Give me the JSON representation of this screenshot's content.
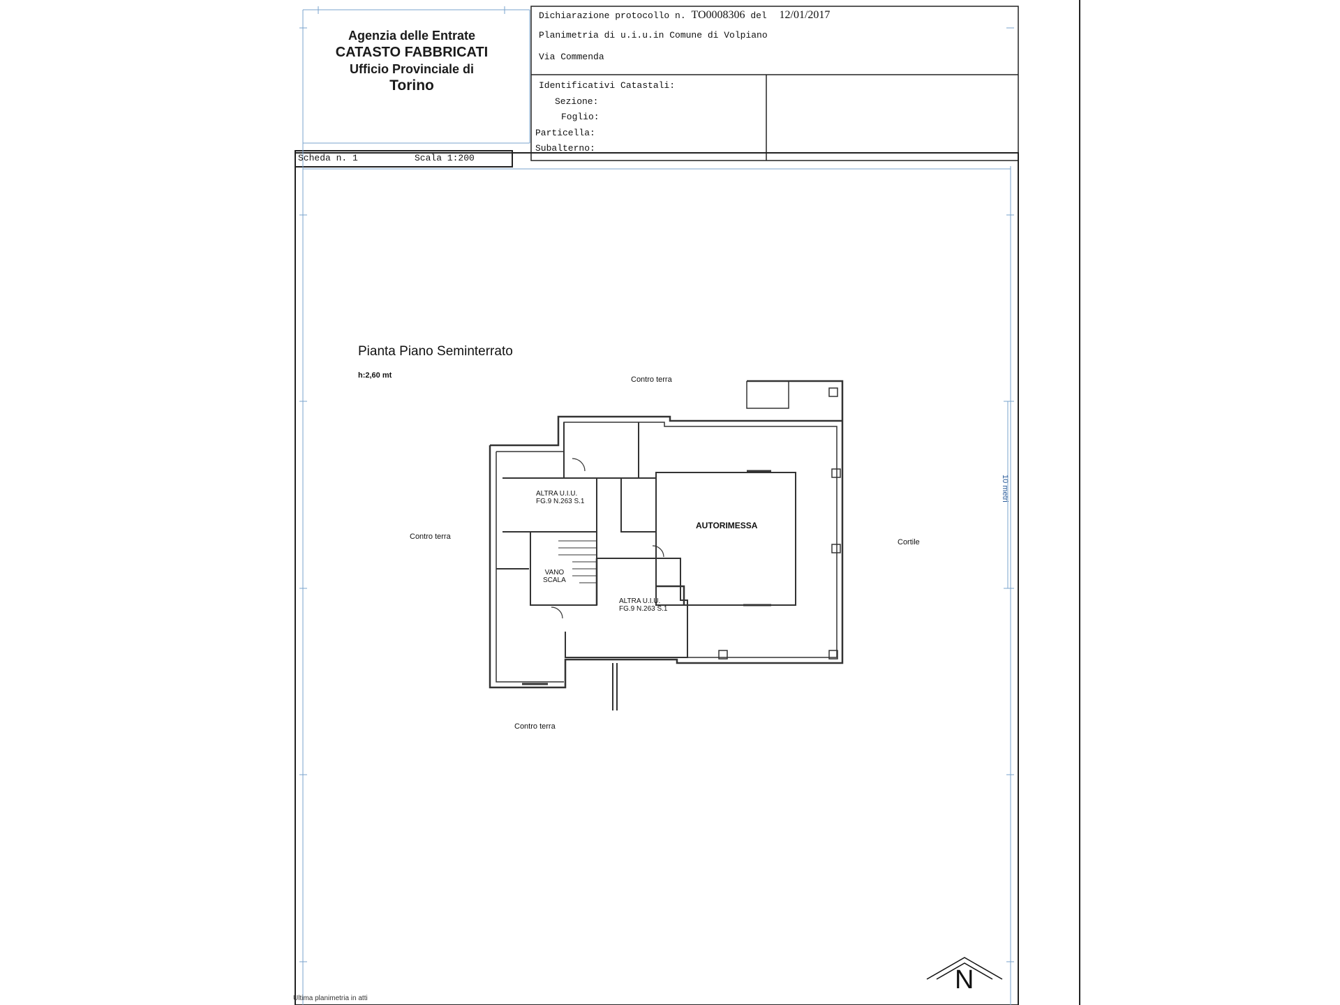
{
  "header": {
    "agency": {
      "line1": "Agenzia delle Entrate",
      "line2": "CATASTO FABBRICATI",
      "line3": "Ufficio Provinciale di",
      "line4": "Torino"
    },
    "protocol_label": "Dichiarazione protocollo n.",
    "protocol_number": "TO0008306",
    "protocol_del": "del",
    "protocol_date": "12/01/2017",
    "plan_description": "Planimetria di u.i.u.in Comune di Volpiano",
    "address": "Via Commenda",
    "cadastral": {
      "title": "Identificativi Catastali:",
      "sezione": "Sezione:",
      "foglio": "Foglio:",
      "particella": "Particella:",
      "subalterno": "Subalterno:"
    },
    "scheda": "Scheda n. 1",
    "scala": "Scala 1:200"
  },
  "plan": {
    "title": "Pianta Piano Seminterrato",
    "height": "h:2,60 mt",
    "labels": {
      "contro_terra_top": "Contro terra",
      "contro_terra_left": "Contro terra",
      "contro_terra_bottom": "Contro terra",
      "cortile": "Cortile",
      "autorimessa": "AUTORIMESSA",
      "altra_uiu_1_line1": "ALTRA U.I.U.",
      "altra_uiu_1_line2": "FG.9 N.263 S.1",
      "altra_uiu_2_line1": "ALTRA U.I.U.",
      "altra_uiu_2_line2": "FG.9 N.263 S.1",
      "vano_line1": "VANO",
      "vano_line2": "SCALA"
    },
    "scale_bar": "10 metri",
    "north": "N"
  },
  "footer": {
    "note": "Ultima planimetria in atti"
  }
}
